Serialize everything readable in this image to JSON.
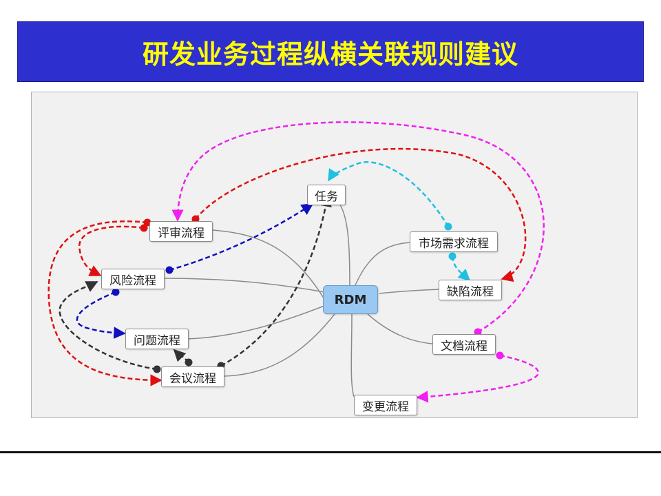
{
  "title": "研发业务过程纵横关联规则建议",
  "colors": {
    "title_bg": "#2e2fcf",
    "title_text": "#ffff00",
    "red": "#e01010",
    "magenta": "#f020f0",
    "blue": "#1010c0",
    "cyan": "#20c0e0",
    "dark": "#333333",
    "root_fill": "#99c8f2"
  },
  "nodes": {
    "root": "RDM",
    "task": "任务",
    "review": "评审流程",
    "risk": "风险流程",
    "issue": "问题流程",
    "meeting": "会议流程",
    "market": "市场需求流程",
    "defect": "缺陷流程",
    "doc": "文档流程",
    "change": "变更流程"
  },
  "relations": [
    {
      "from": "review",
      "to": "defect",
      "color": "red"
    },
    {
      "from": "review",
      "to": "risk",
      "color": "red"
    },
    {
      "from": "review",
      "to": "meeting",
      "color": "red"
    },
    {
      "from": "doc",
      "to": "review",
      "color": "magenta"
    },
    {
      "from": "doc",
      "to": "change",
      "color": "magenta"
    },
    {
      "from": "risk",
      "to": "task",
      "color": "blue"
    },
    {
      "from": "risk",
      "to": "issue",
      "color": "blue"
    },
    {
      "from": "market",
      "to": "task",
      "color": "cyan"
    },
    {
      "from": "market",
      "to": "defect",
      "color": "cyan"
    },
    {
      "from": "meeting",
      "to": "task",
      "color": "dark"
    },
    {
      "from": "meeting",
      "to": "risk",
      "color": "dark"
    },
    {
      "from": "meeting",
      "to": "issue",
      "color": "dark"
    }
  ]
}
